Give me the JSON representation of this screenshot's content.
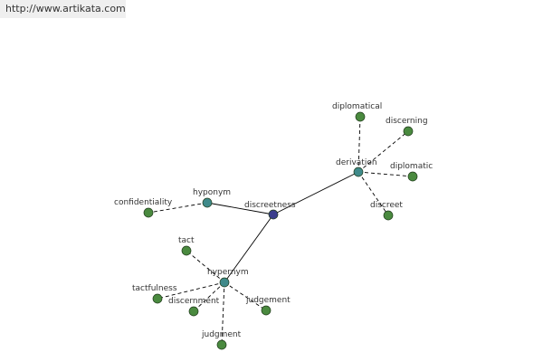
{
  "banner": {
    "url": "http://www.artikata.com"
  },
  "colors": {
    "center": "#3a3d8c",
    "relation": "#3f8a8a",
    "word": "#4a8a3f",
    "edge": "#000000"
  },
  "graph": {
    "center": "discreetness",
    "relations": [
      {
        "label": "hyponym",
        "words": [
          "confidentiality"
        ]
      },
      {
        "label": "derivation",
        "words": [
          "diplomatical",
          "discerning",
          "diplomatic",
          "discreet"
        ]
      },
      {
        "label": "hypernym",
        "words": [
          "tact",
          "tactfulness",
          "discernment",
          "judgement",
          "judgment"
        ]
      }
    ]
  }
}
